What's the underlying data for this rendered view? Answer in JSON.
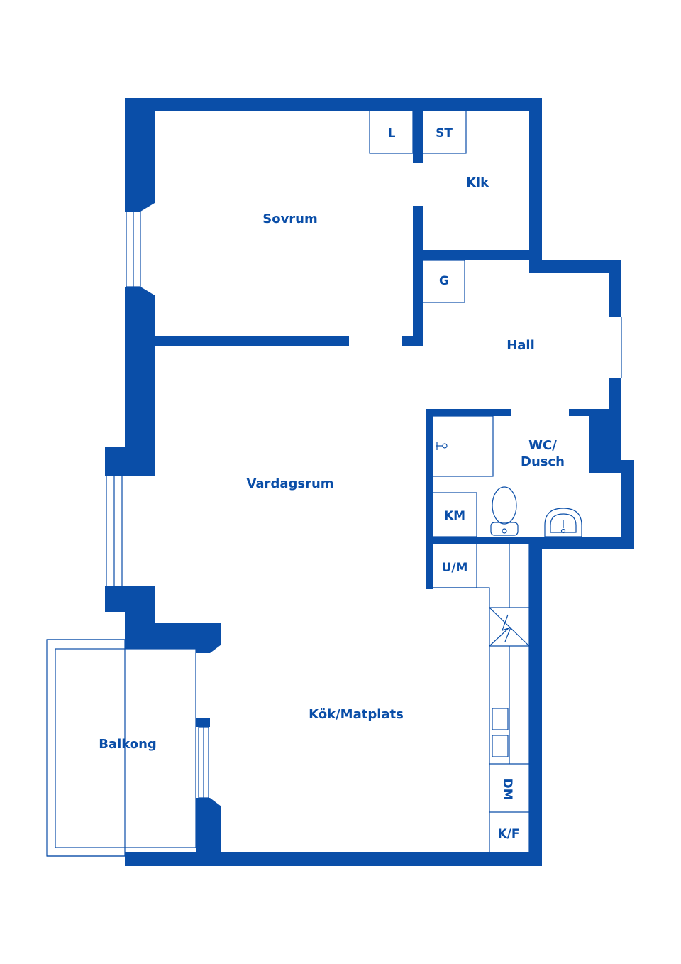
{
  "colors": {
    "wall": "#0a4ea8",
    "background": "#ffffff"
  },
  "rooms": {
    "sovrum": "Sovrum",
    "klk": "Klk",
    "l": "L",
    "st": "ST",
    "g": "G",
    "hall": "Hall",
    "wc_line1": "WC/",
    "wc_line2": "Dusch",
    "km": "KM",
    "um": "U/M",
    "vardagsrum": "Vardagsrum",
    "kok": "Kök/Matplats",
    "dm": "DM",
    "kf": "K/F",
    "balkong": "Balkong"
  },
  "icons": [
    "shower-icon",
    "toilet-icon",
    "sink-icon",
    "stove-icon",
    "electric-panel-icon"
  ]
}
